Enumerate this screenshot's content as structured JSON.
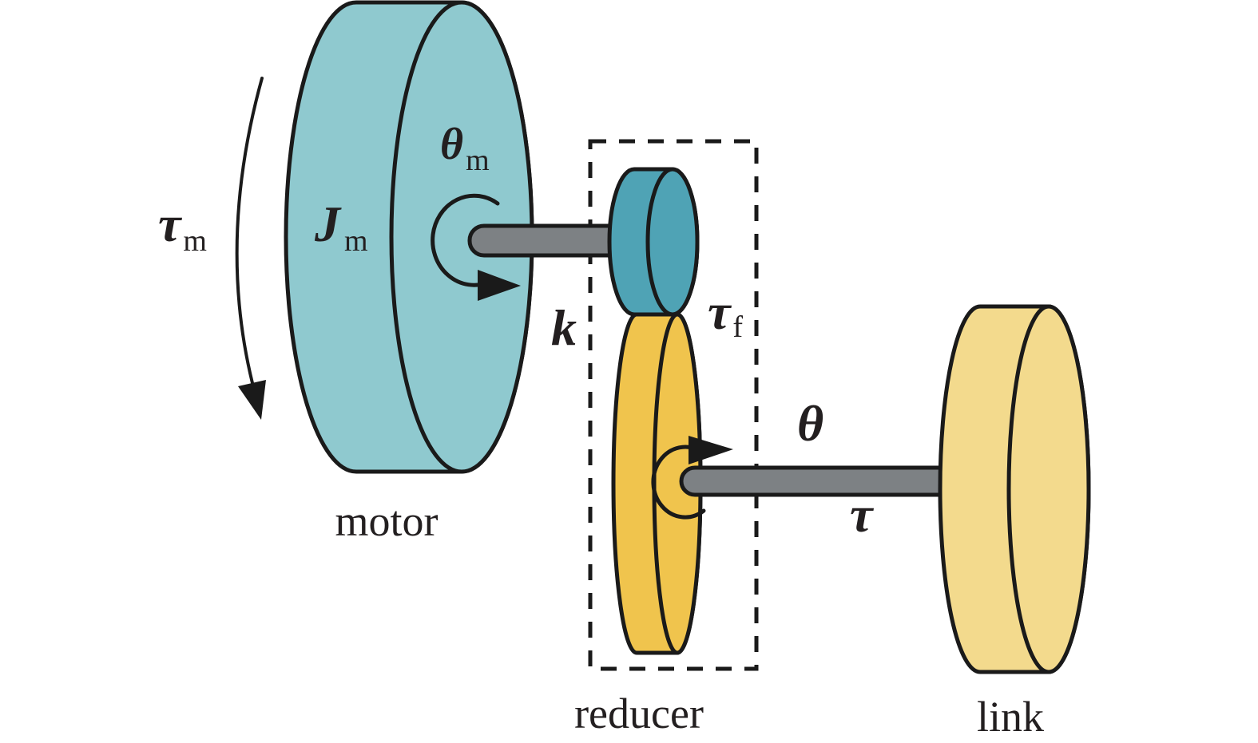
{
  "figure": {
    "captions": {
      "motor": "motor",
      "reducer": "reducer",
      "link": "link"
    },
    "symbols": {
      "motor_torque": {
        "base": "τ",
        "subscript": "m"
      },
      "motor_inertia": {
        "base": "J",
        "subscript": "m"
      },
      "motor_angle": {
        "base": "θ",
        "subscript": "m"
      },
      "stiffness": {
        "base": "k"
      },
      "reducer_friction_torque": {
        "base": "τ",
        "subscript": "f"
      },
      "link_angle": {
        "base": "θ"
      },
      "link_torque": {
        "base": "τ"
      }
    },
    "colors": {
      "motor_disk": "#8FC9CF",
      "pinion_disk": "#4FA3B5",
      "reducer_disk": "#F0C44D",
      "link_disk": "#F3DA8D",
      "shaft": "#7D8184",
      "outline": "#1A1A1A",
      "text": "#231F20",
      "background": "#FFFFFF"
    }
  }
}
